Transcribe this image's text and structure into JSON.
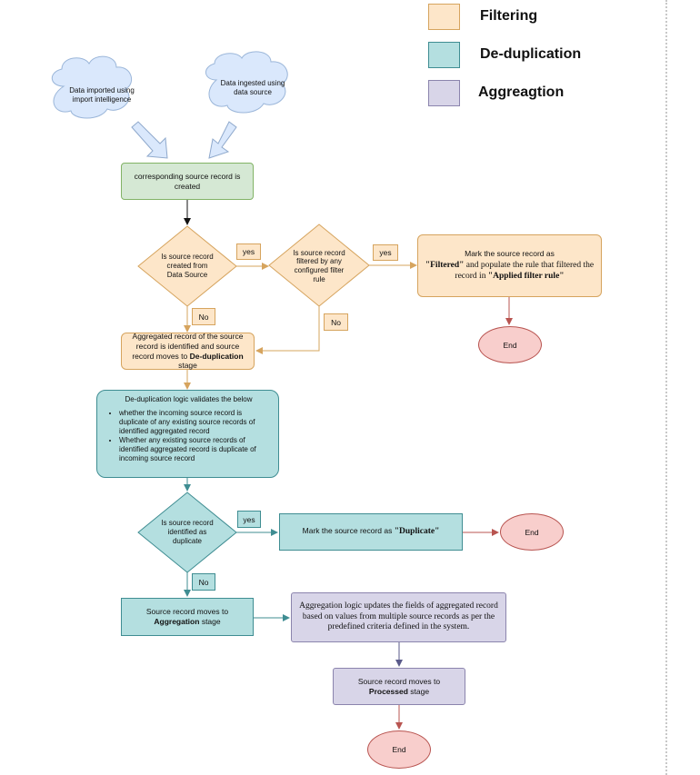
{
  "legend": [
    {
      "label": "Filtering",
      "color": "#fde6c9"
    },
    {
      "label": "De-duplication",
      "color": "#b4dfe0"
    },
    {
      "label": "Aggreagtion",
      "color": "#d8d5e8"
    }
  ],
  "clouds": {
    "import": "Data imported using import intelligence",
    "ingest": "Data ingested using data source"
  },
  "nodes": {
    "created": "corresponding source record is created",
    "decision_datasource": "Is source record created from Data Source",
    "decision_filtered": "Is source record filtered by any configured filter rule",
    "filtered_pre": "Mark the source record as",
    "filtered_bold": "\"Filtered\"",
    "filtered_mid": "and populate the rule that filtered the record in",
    "filtered_rule": "\"Applied filter rule\"",
    "end1": "End",
    "aggregated_pre": "Aggregated record of the source record is identified and source record moves to",
    "aggregated_bold": "De-duplication",
    "aggregated_post": "stage",
    "dedup_title": "De-duplication logic validates the below",
    "dedup_bullets": [
      "whether the incoming source record is duplicate of any existing source records of identified aggregated record",
      "Whether any existing source records of identified aggregated record is duplicate of incoming source record"
    ],
    "decision_duplicate": "Is source record identified as duplicate",
    "duplicate_pre": "Mark the source record as",
    "duplicate_bold": "\"Duplicate\"",
    "end2": "End",
    "aggregation_pre": "Source record moves to",
    "aggregation_bold": "Aggregation",
    "aggregation_post": "stage",
    "aggregation_logic": "Aggregation logic updates the fields of aggregated record based on values from multiple source records as per the predefined criteria defined in the system.",
    "processed_pre": "Source record moves to",
    "processed_bold": "Processed",
    "processed_post": "stage",
    "end3": "End"
  },
  "labels": {
    "yes1": "yes",
    "yes2": "yes",
    "no1": "No",
    "no2": "No",
    "yes3": "yes",
    "no3": "No"
  }
}
